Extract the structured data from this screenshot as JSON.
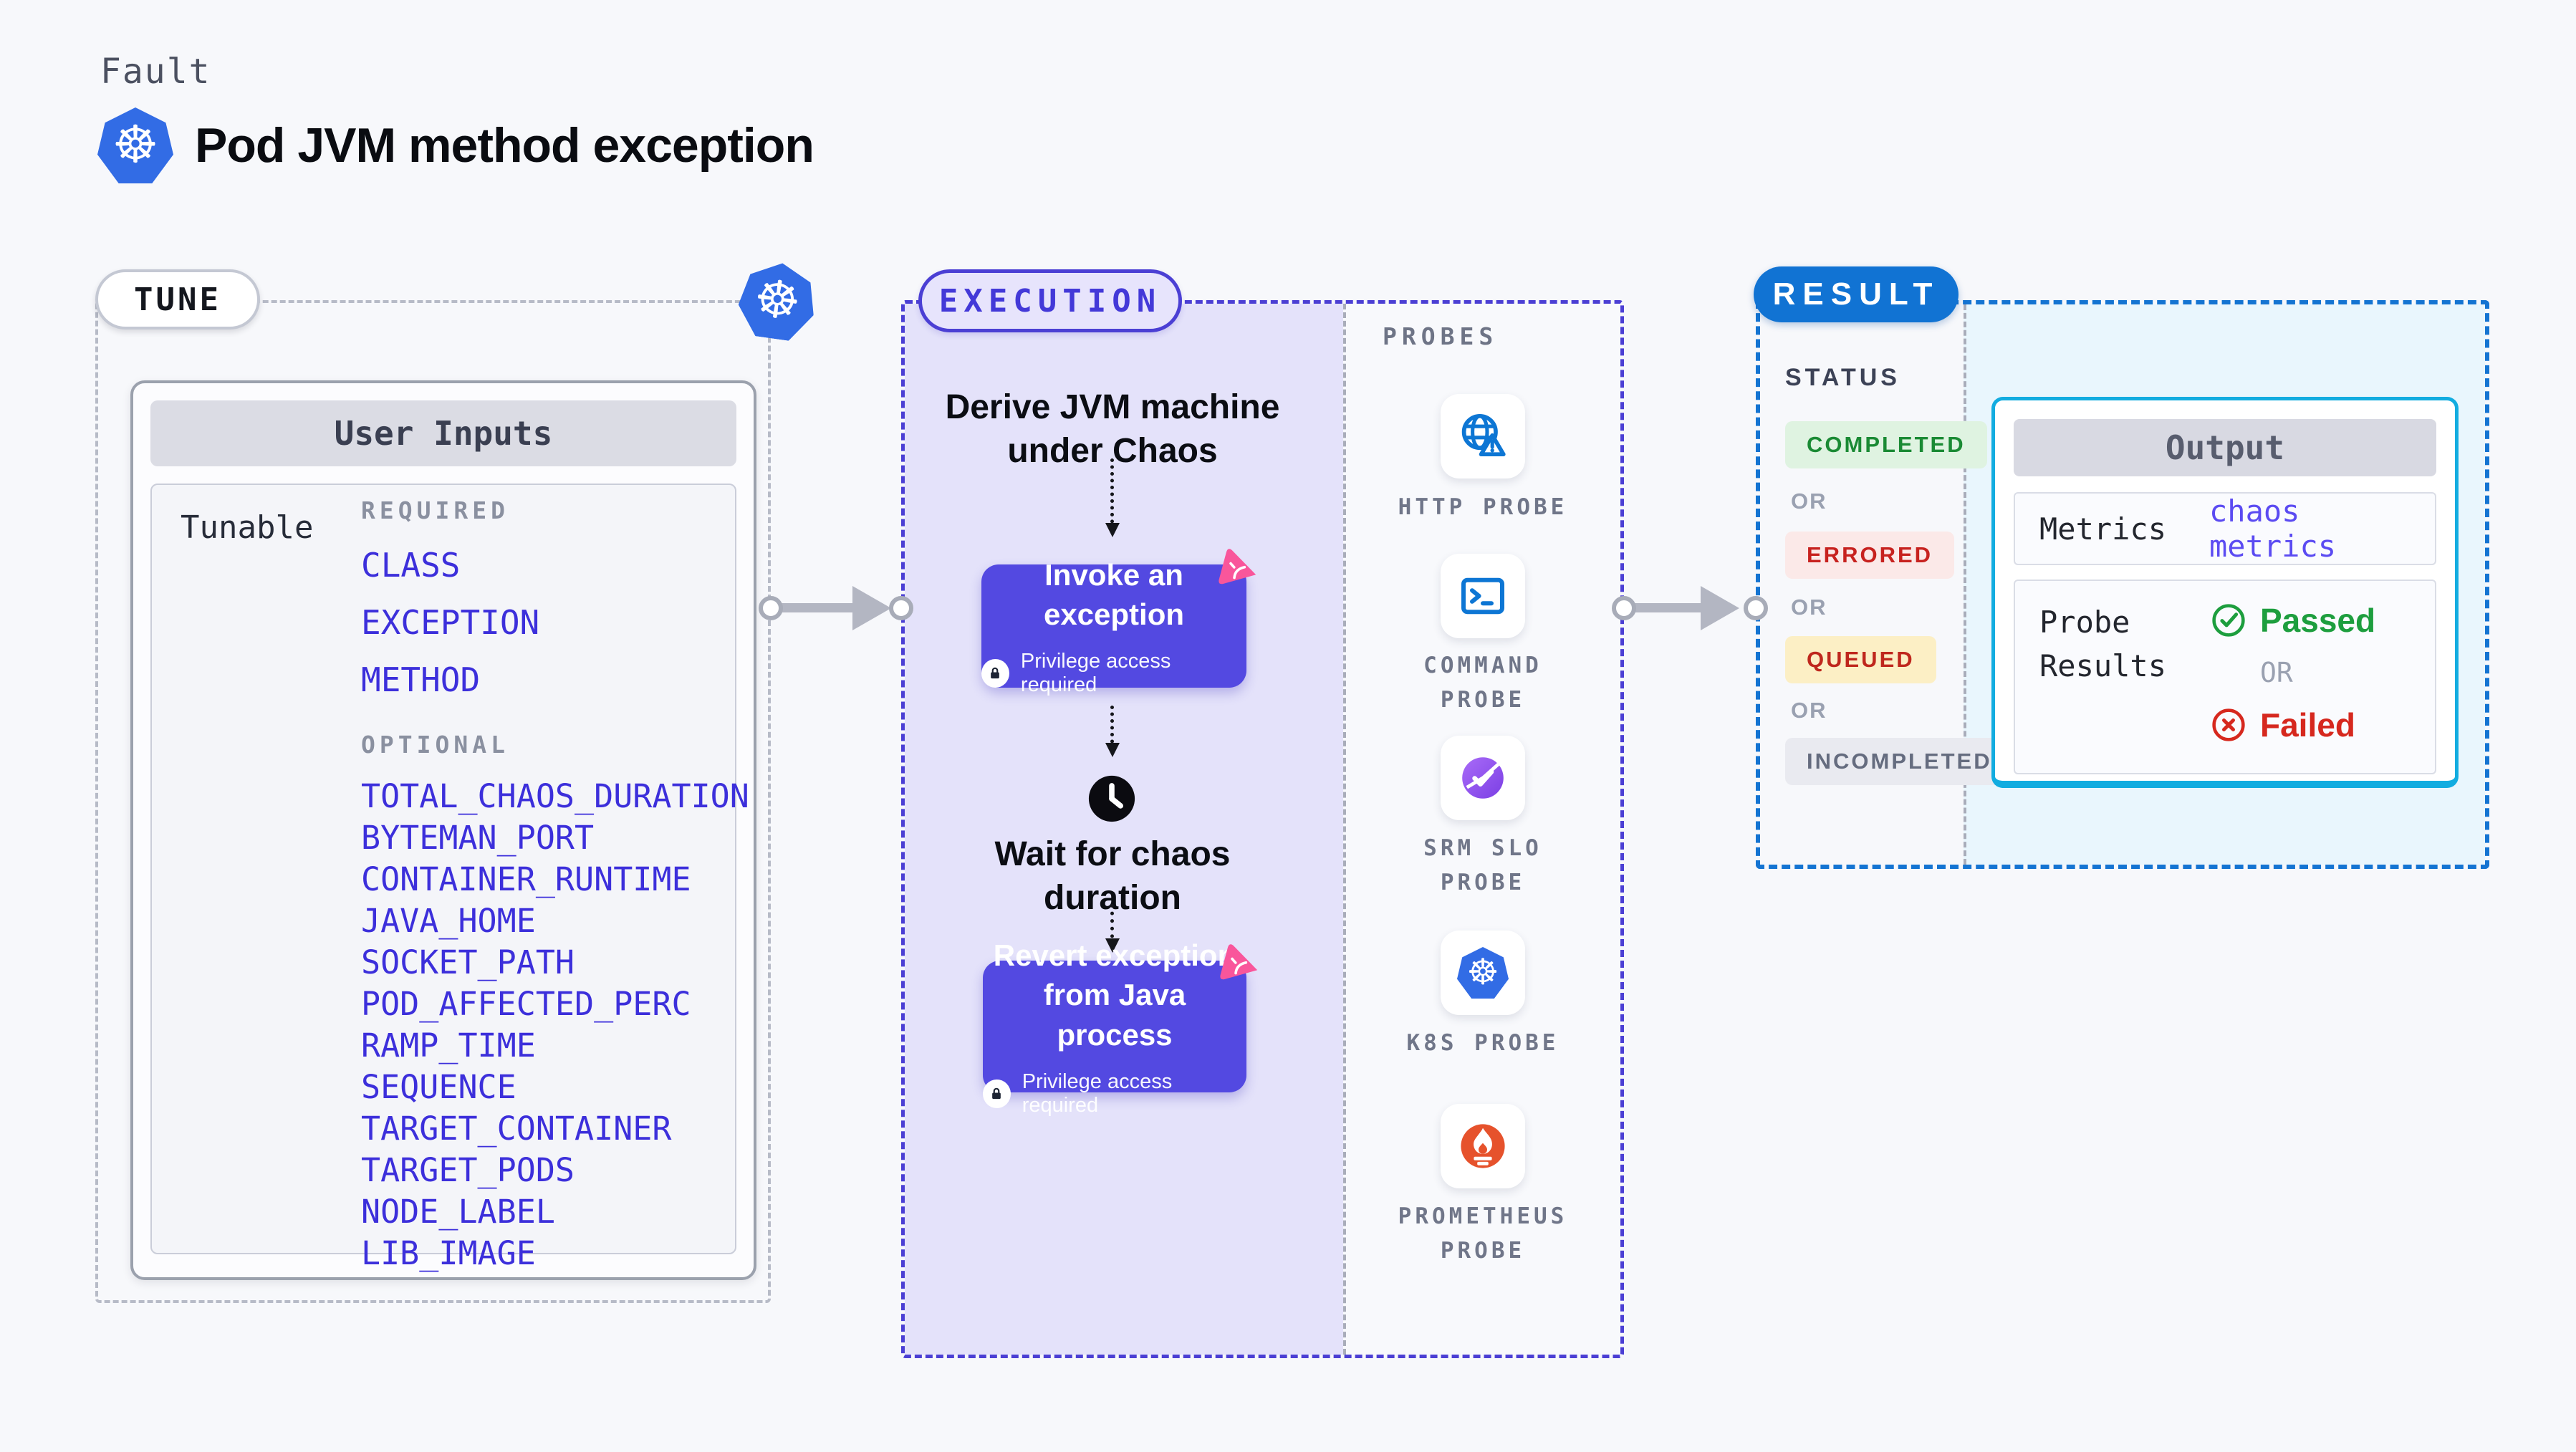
{
  "colors": {
    "page_bg": "#F7F8FB",
    "accent_indigo": "#5349E1",
    "light_purple": "#E4E2FA",
    "dashed_indigo": "#4B3FD4",
    "link_blue_violet": "#3C2FDB",
    "result_blue": "#1173D3",
    "output_cyan_border": "#12ACE0",
    "light_cyan": "#E9F6FD",
    "green": "#1A8A34",
    "red": "#C7221F",
    "yellow_bg": "#FCEFC5",
    "pink_logo": "#F9569B",
    "k8s_blue": "#326CE5",
    "probe_icon_blue": "#0D76D4",
    "prometheus_orange": "#E6522C"
  },
  "header": {
    "eyebrow": "Fault",
    "title": "Pod JVM method exception"
  },
  "tune": {
    "badge": "TUNE",
    "panel_title": "User Inputs",
    "row_label": "Tunable",
    "required_label": "REQUIRED",
    "required": [
      "CLASS",
      "EXCEPTION",
      "METHOD"
    ],
    "optional_label": "OPTIONAL",
    "optional": [
      "TOTAL_CHAOS_DURATION",
      "BYTEMAN_PORT",
      "CONTAINER_RUNTIME",
      "JAVA_HOME",
      "SOCKET_PATH",
      "POD_AFFECTED_PERC",
      "RAMP_TIME",
      "SEQUENCE",
      "TARGET_CONTAINER",
      "TARGET_PODS",
      "NODE_LABEL",
      "LIB_IMAGE"
    ]
  },
  "execution": {
    "badge": "EXECUTION",
    "derive": {
      "line1": "Derive JVM machine",
      "line2": "under Chaos"
    },
    "invoke": {
      "title": "Invoke an exception",
      "note": "Privilege access required"
    },
    "wait": {
      "line1": "Wait for chaos",
      "line2": "duration"
    },
    "revert": {
      "line1": "Revert exception",
      "line2": "from Java process",
      "note": "Privilege access required"
    }
  },
  "probes": {
    "label": "PROBES",
    "items": [
      {
        "icon": "http-probe-icon",
        "line1": "HTTP PROBE",
        "line2": ""
      },
      {
        "icon": "command-probe-icon",
        "line1": "COMMAND",
        "line2": "PROBE"
      },
      {
        "icon": "srm-slo-probe-icon",
        "line1": "SRM SLO",
        "line2": "PROBE"
      },
      {
        "icon": "k8s-probe-icon",
        "line1": "K8S PROBE",
        "line2": ""
      },
      {
        "icon": "prometheus-probe-icon",
        "line1": "PROMETHEUS",
        "line2": "PROBE"
      }
    ]
  },
  "result": {
    "badge": "RESULT",
    "status_label": "STATUS",
    "or_label": "OR",
    "statuses": [
      {
        "label": "COMPLETED"
      },
      {
        "label": "ERRORED"
      },
      {
        "label": "QUEUED"
      },
      {
        "label": "INCOMPLETED"
      }
    ],
    "output": {
      "title": "Output",
      "metrics_label": "Metrics",
      "metrics_value": "chaos metrics",
      "probe_results_line1": "Probe",
      "probe_results_line2": "Results",
      "passed_label": "Passed",
      "or_label": "OR",
      "failed_label": "Failed"
    }
  }
}
